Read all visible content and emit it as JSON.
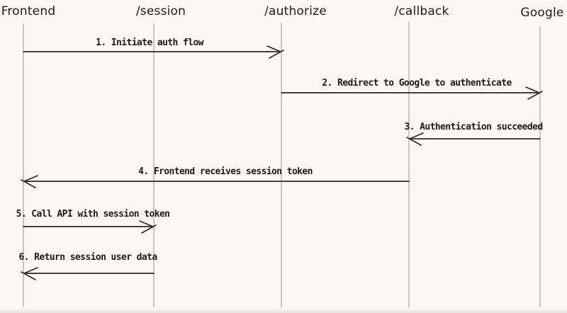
{
  "diagram": {
    "type": "sequence-diagram",
    "style": "hand-drawn",
    "actors": [
      {
        "name": "Frontend"
      },
      {
        "name": "/session"
      },
      {
        "name": "/authorize"
      },
      {
        "name": "/callback"
      },
      {
        "name": "Google"
      }
    ],
    "messages": [
      {
        "step": 1,
        "text": "1. Initiate auth flow",
        "from": "Frontend",
        "to": "/authorize",
        "direction": "right"
      },
      {
        "step": 2,
        "text": "2. Redirect to Google to authenticate",
        "from": "/authorize",
        "to": "Google",
        "direction": "right"
      },
      {
        "step": 3,
        "text": "3. Authentication succeeded",
        "from": "Google",
        "to": "/callback",
        "direction": "left"
      },
      {
        "step": 4,
        "text": "4. Frontend receives session token",
        "from": "/callback",
        "to": "Frontend",
        "direction": "left"
      },
      {
        "step": 5,
        "text": "5. Call API with session token",
        "from": "Frontend",
        "to": "/session",
        "direction": "right"
      },
      {
        "step": 6,
        "text": "6. Return session user data",
        "from": "/session",
        "to": "Frontend",
        "direction": "left"
      }
    ],
    "colors": {
      "background": "#faf8f4",
      "lifeline": "#c9c5c0",
      "arrow": "#2b2b2b",
      "text": "#1b1b1b"
    }
  }
}
